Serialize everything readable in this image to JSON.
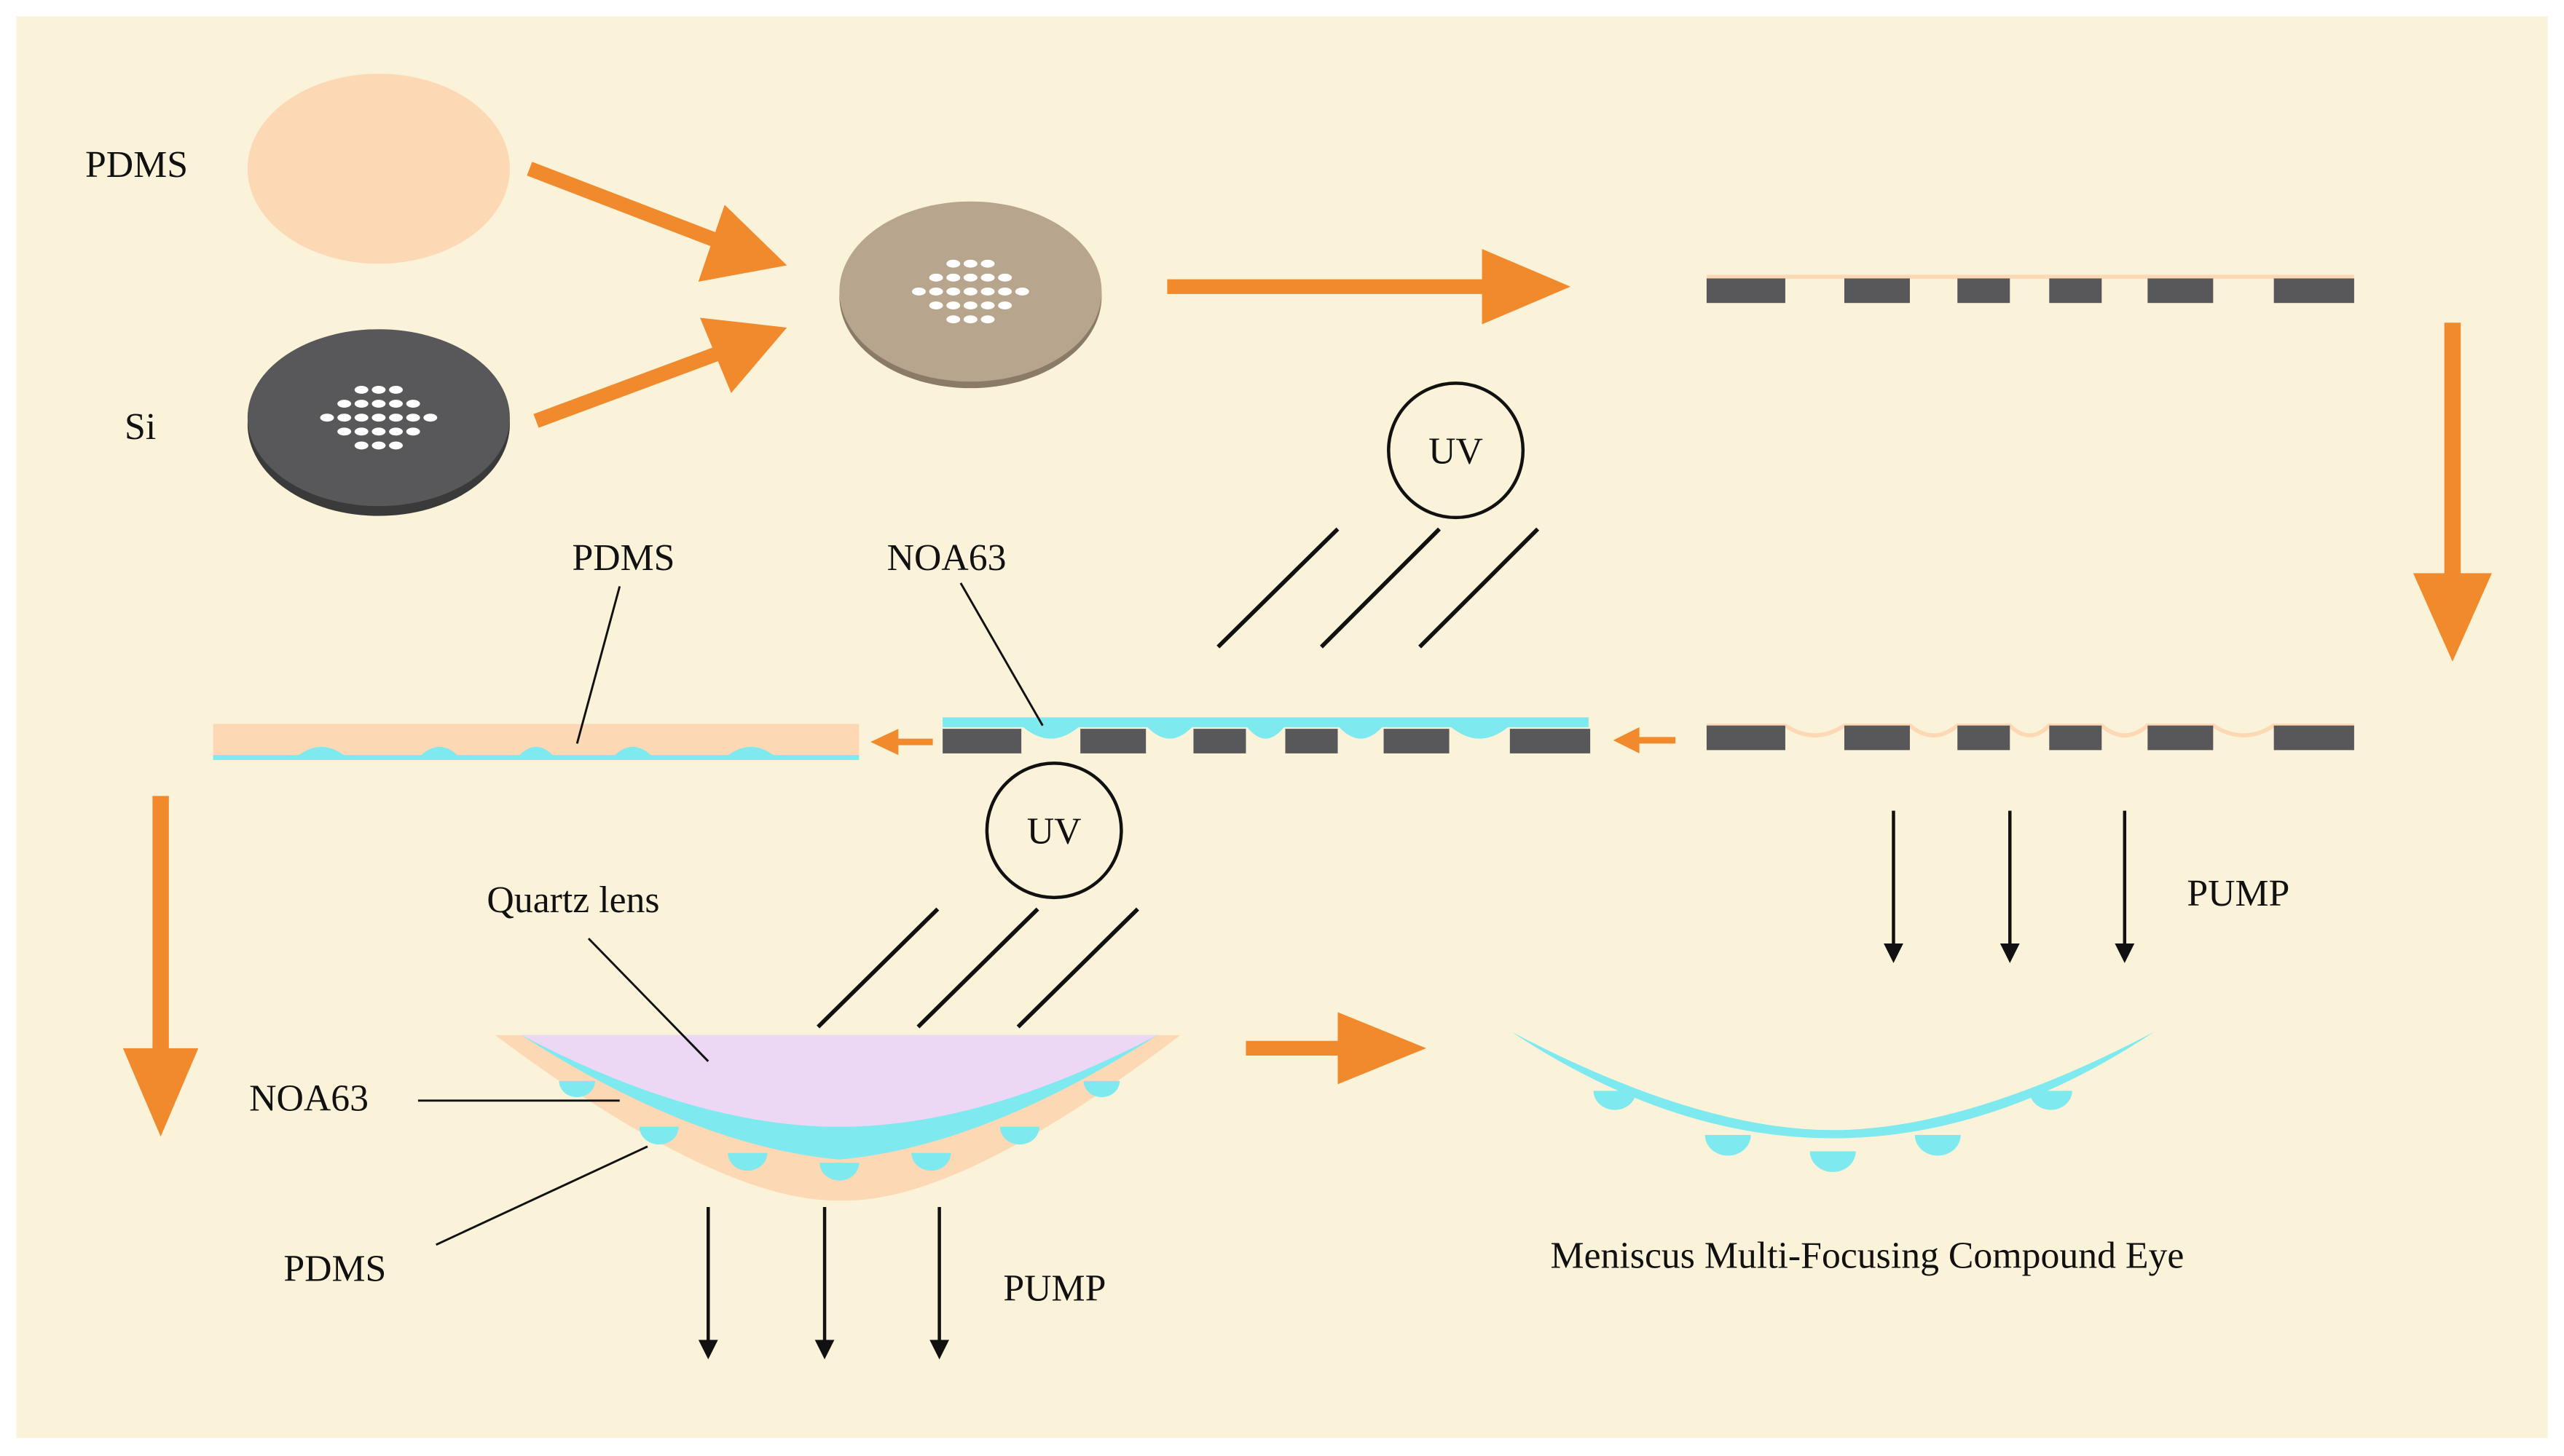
{
  "colors": {
    "background": "#faf3da",
    "pdms": "#fcd8b4",
    "silicon": "#58585a",
    "silicon_rim": "#3a3a3a",
    "bonded_wafer": "#b7a58e",
    "noa63": "#7ee9ee",
    "quartz": "#ecd7f5",
    "process_arrow": "#f08a2c",
    "pump_arrow": "#111111"
  },
  "labels": {
    "pdms_source": "PDMS",
    "si_source": "Si",
    "uv_upper": "UV",
    "pdms_film": "PDMS",
    "noa63_fill": "NOA63",
    "pump_right": "PUMP",
    "uv_lower": "UV",
    "quartz_lens": "Quartz lens",
    "noa63_lens": "NOA63",
    "pdms_lens": "PDMS",
    "pump_lower": "PUMP",
    "result": "Meniscus Multi-Focusing Compound Eye"
  }
}
